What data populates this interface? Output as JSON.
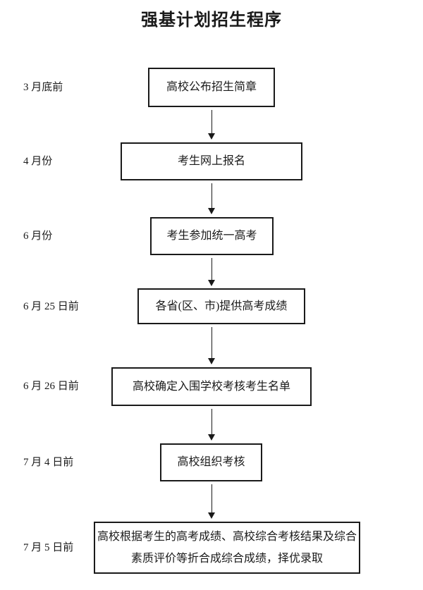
{
  "title": "强基计划招生程序",
  "colors": {
    "background": "#ffffff",
    "line": "#1a1a1a",
    "text": "#1a1a1a"
  },
  "flow": {
    "steps": [
      {
        "date": "3 月底前",
        "label": "高校公布招生简章"
      },
      {
        "date": "4 月份",
        "label": "考生网上报名"
      },
      {
        "date": "6 月份",
        "label": "考生参加统一高考"
      },
      {
        "date": "6 月 25 日前",
        "label": "各省(区、市)提供高考成绩"
      },
      {
        "date": "6 月 26 日前",
        "label": "高校确定入围学校考核考生名单"
      },
      {
        "date": "7 月 4 日前",
        "label": "高校组织考核"
      },
      {
        "date": "7 月 5 日前",
        "label": "高校根据考生的高考成绩、高校综合考核结果及综合素质评价等折合成综合成绩，择优录取"
      }
    ]
  }
}
